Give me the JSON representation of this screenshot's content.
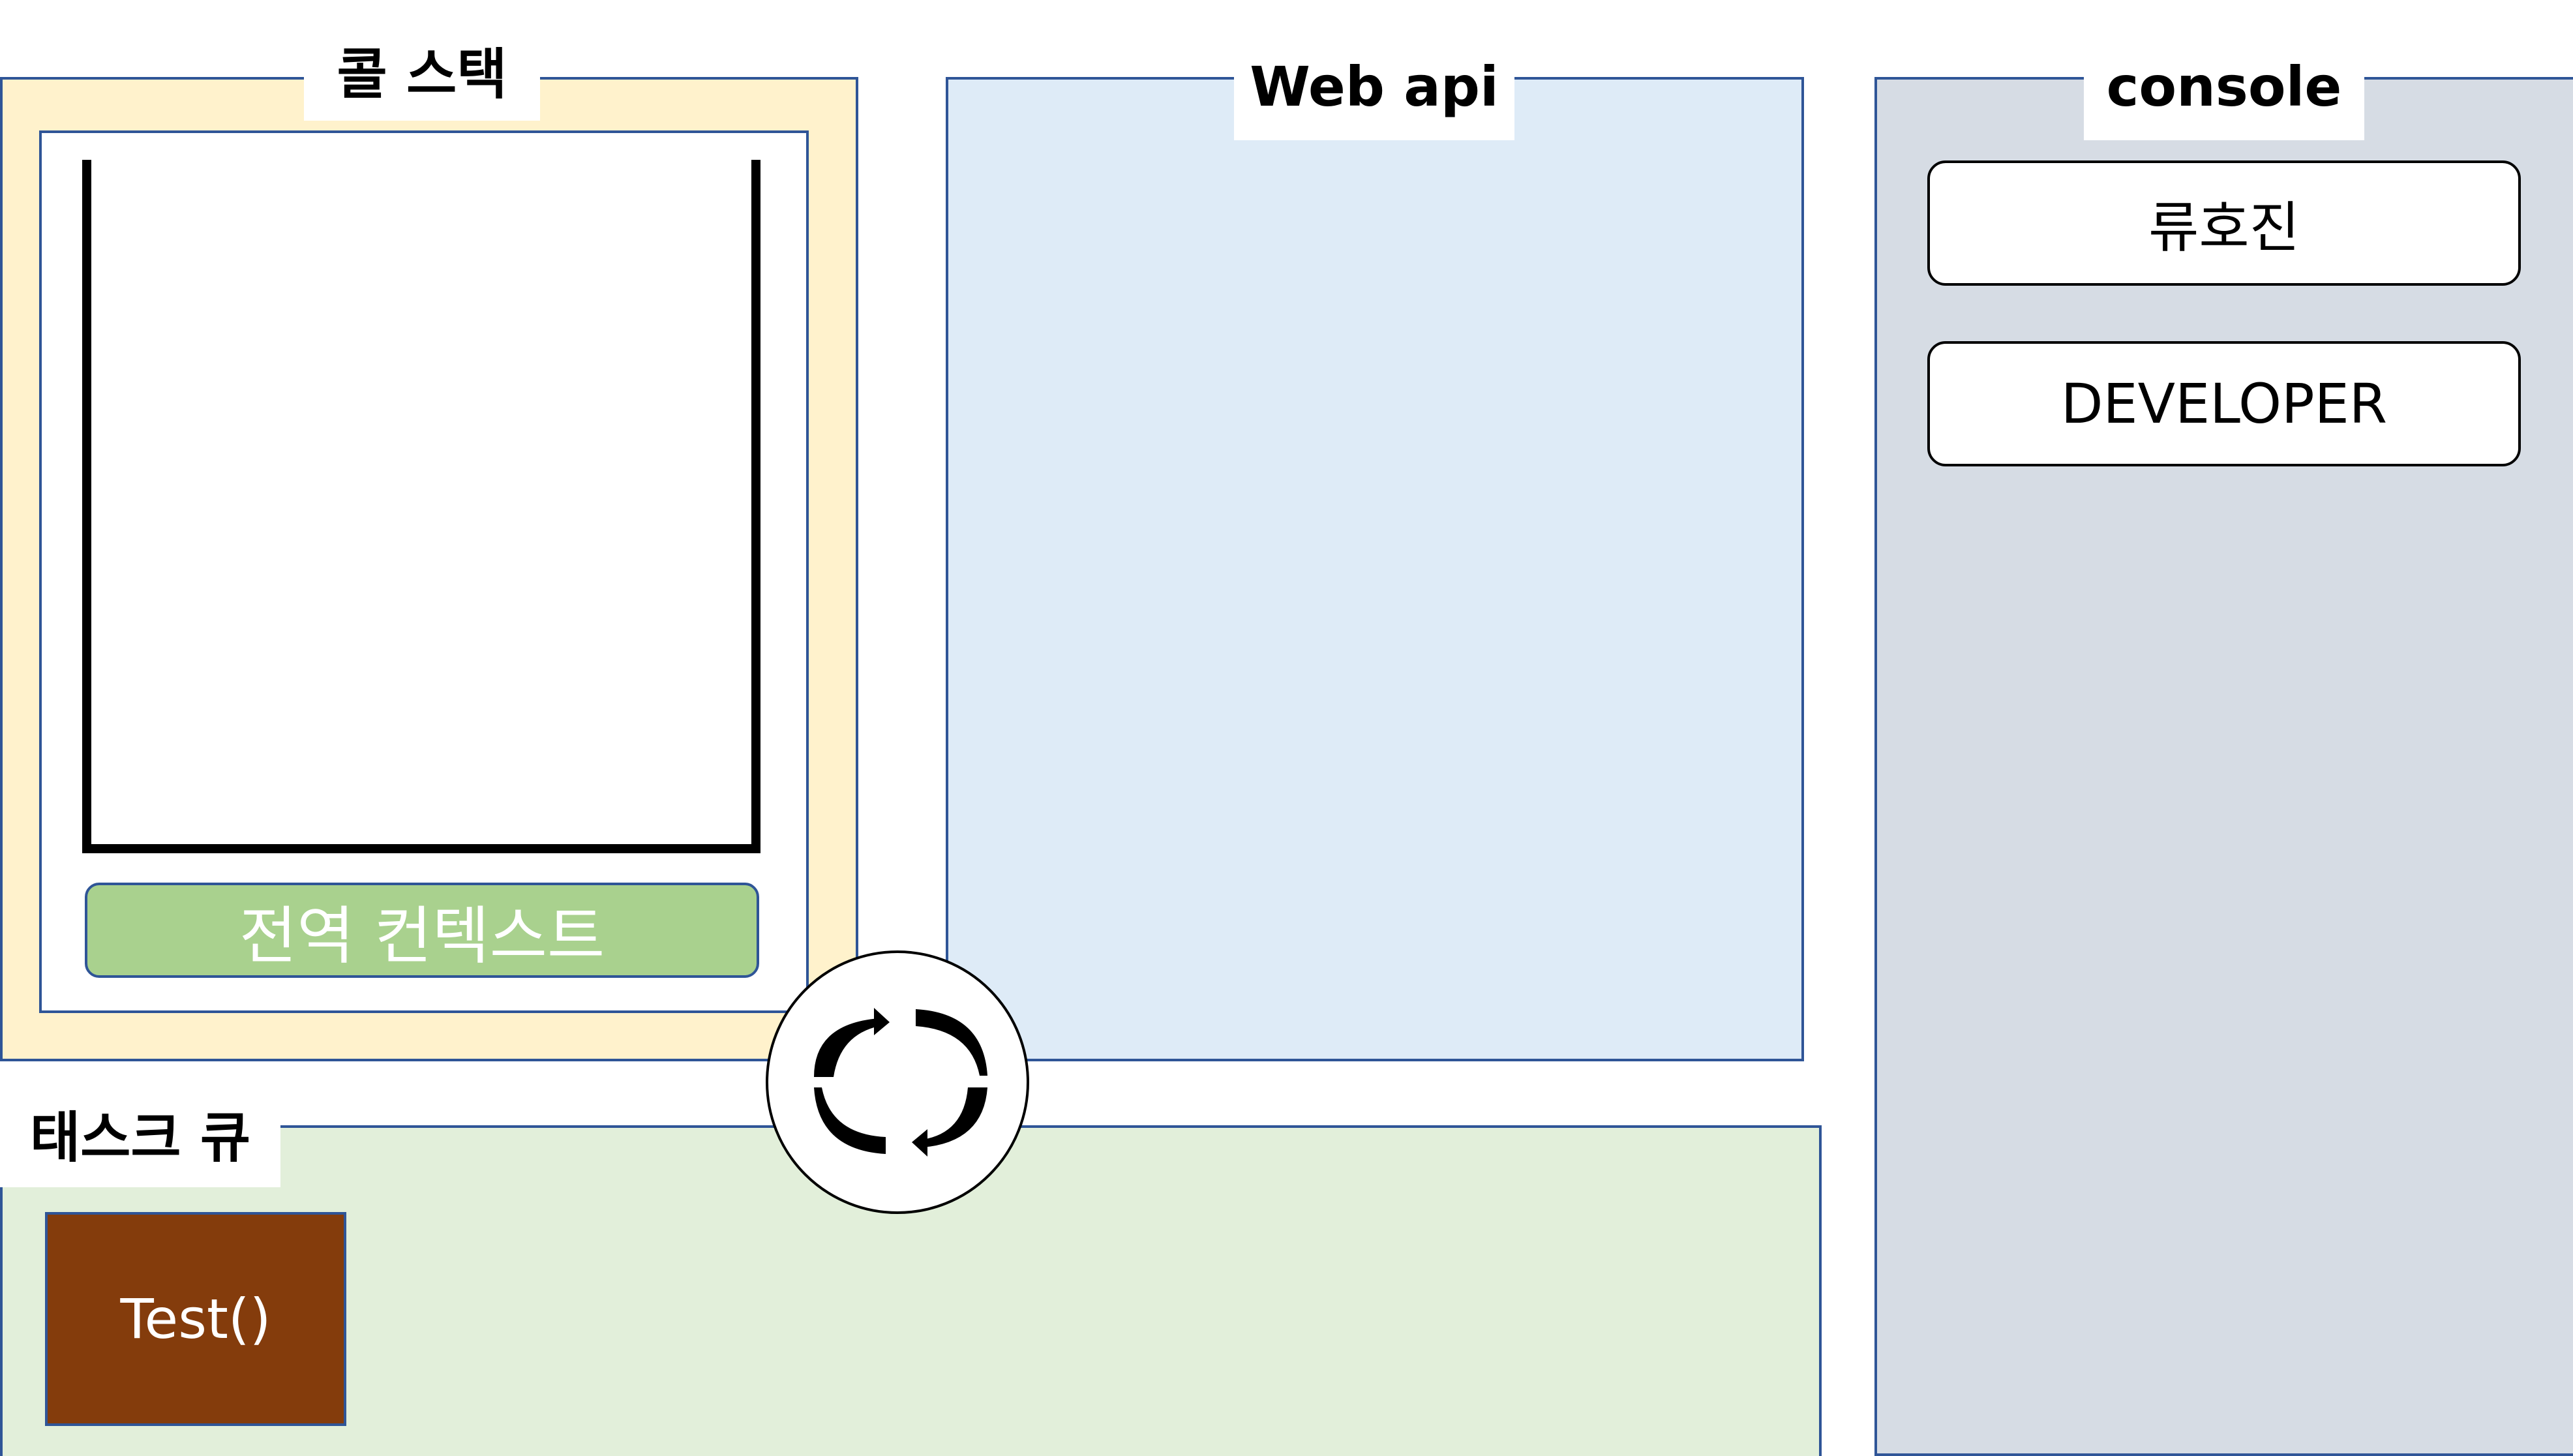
{
  "call_stack": {
    "title": "콜 스택",
    "global_context_label": "전역 컨텍스트"
  },
  "web_api": {
    "title": "Web api"
  },
  "console": {
    "title": "console",
    "lines": [
      "류호진",
      "DEVELOPER"
    ]
  },
  "task_queue": {
    "title": "태스크 큐",
    "items": [
      "Test()"
    ]
  },
  "event_loop": {
    "icon": "refresh-cycle-icon"
  },
  "colors": {
    "call_stack_bg": "#fff2cc",
    "web_api_bg": "#deebf7",
    "console_bg": "#d6dce4",
    "task_queue_bg": "#e2efda",
    "global_context_bg": "#a9d18e",
    "task_item_bg": "#843c0c",
    "border": "#2f5597"
  }
}
